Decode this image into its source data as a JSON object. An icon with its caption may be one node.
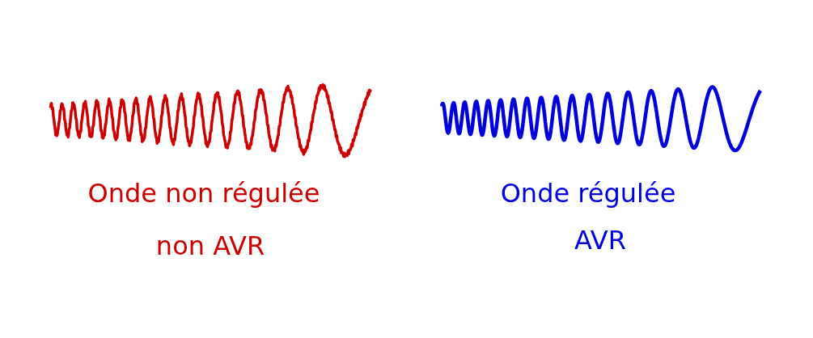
{
  "diagram": {
    "labels": [
      "Onde non régulée",
      "non AVR",
      "Onde régulée",
      "AVR"
    ]
  }
}
